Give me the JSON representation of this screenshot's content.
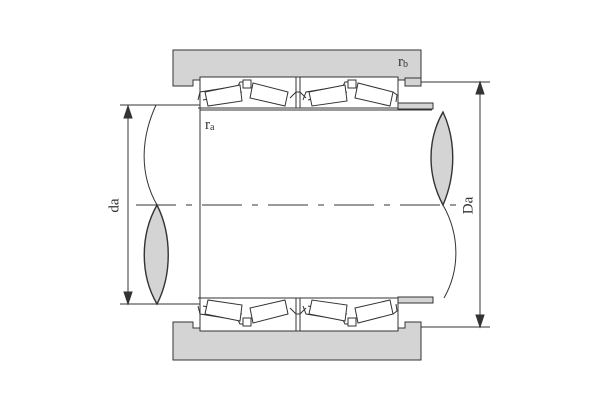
{
  "diagram": {
    "type": "bearing-mounting-dimensions",
    "subject": "four-row tapered roller bearing (double row pairs) mounted in housing on shaft",
    "labels": {
      "rb": {
        "main": "r",
        "sub": "b"
      },
      "ra": {
        "main": "r",
        "sub": "a"
      },
      "da": "da",
      "Da": "Da"
    },
    "colors": {
      "stroke": "#333333",
      "fill_gray": "#d4d4d4",
      "background": "#ffffff"
    }
  }
}
